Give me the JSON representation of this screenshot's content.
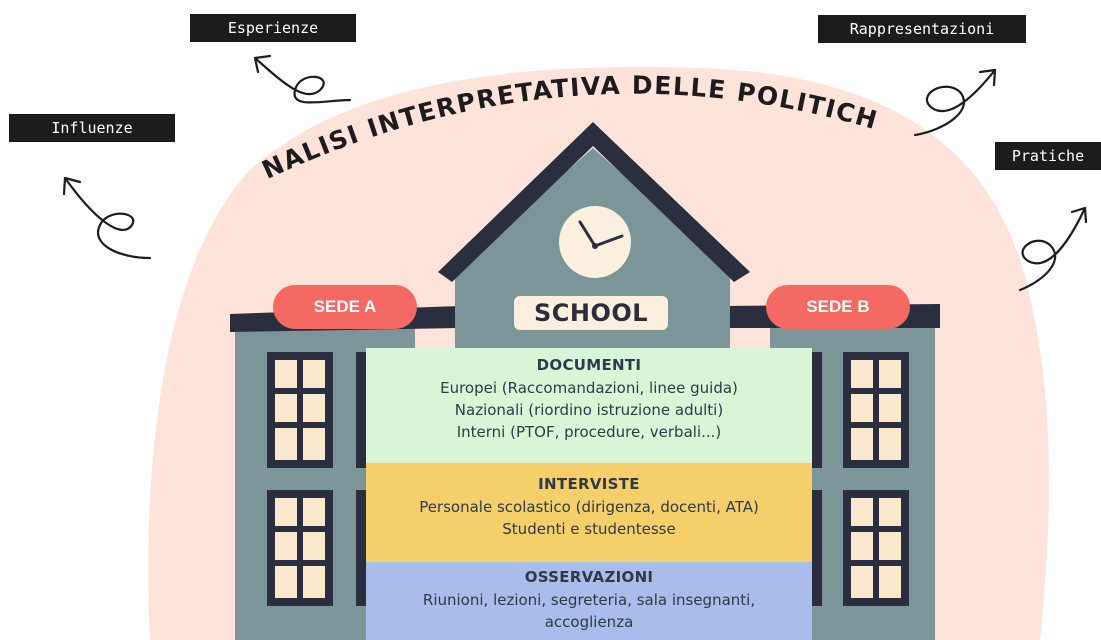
{
  "title": "ANALISI INTERPRETATIVA DELLE POLITICHE",
  "tags": {
    "esperienze": "Esperienze",
    "influenze": "Influenze",
    "rappresentazioni": "Rappresentazioni",
    "pratiche": "Pratiche"
  },
  "building": {
    "sign": "SCHOOL",
    "sede_a": "SEDE A",
    "sede_b": "SEDE B"
  },
  "sections": {
    "documenti": {
      "heading": "DOCUMENTI",
      "lines": [
        "Europei (Raccomandazioni, linee guida)",
        "Nazionali (riordino istruzione adulti)",
        "Interni (PTOF, procedure, verbali...)"
      ]
    },
    "interviste": {
      "heading": "INTERVISTE",
      "lines": [
        "Personale scolastico (dirigenza, docenti, ATA)",
        "Studenti e studentesse"
      ]
    },
    "osservazioni": {
      "heading": "OSSERVAZIONI",
      "lines": [
        "Riunioni, lezioni, segreteria, sala insegnanti,",
        "accoglienza"
      ]
    }
  },
  "colors": {
    "blob": "#fde3da",
    "roof": "#2a2e3f",
    "wall": "#7c9598",
    "pill": "#f46a62",
    "documenti": "#d9f5d8",
    "interviste": "#f5cf6a",
    "osservazioni": "#a9bcec"
  }
}
